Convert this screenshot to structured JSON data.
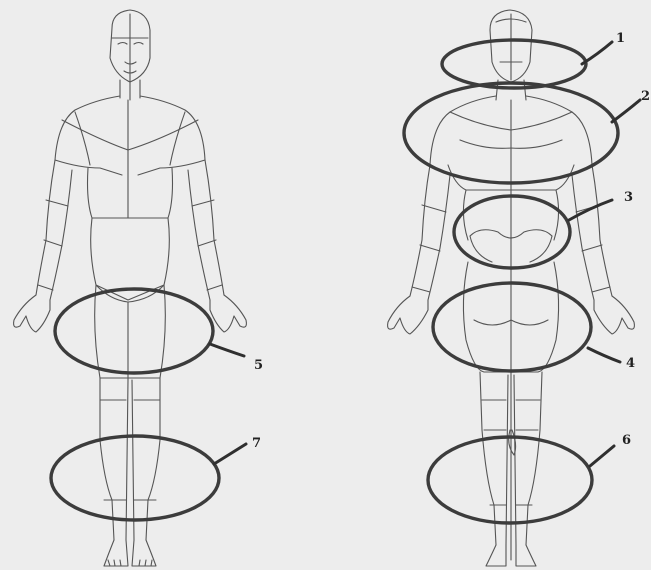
{
  "figure": {
    "callouts": [
      {
        "id": "1",
        "label": "1"
      },
      {
        "id": "2",
        "label": "2"
      },
      {
        "id": "3",
        "label": "3"
      },
      {
        "id": "4",
        "label": "4"
      },
      {
        "id": "5",
        "label": "5"
      },
      {
        "id": "6",
        "label": "6"
      },
      {
        "id": "7",
        "label": "7"
      }
    ],
    "colors": {
      "background": "#ededed",
      "outline": "#555555",
      "marker": "#3c3c3c"
    }
  }
}
